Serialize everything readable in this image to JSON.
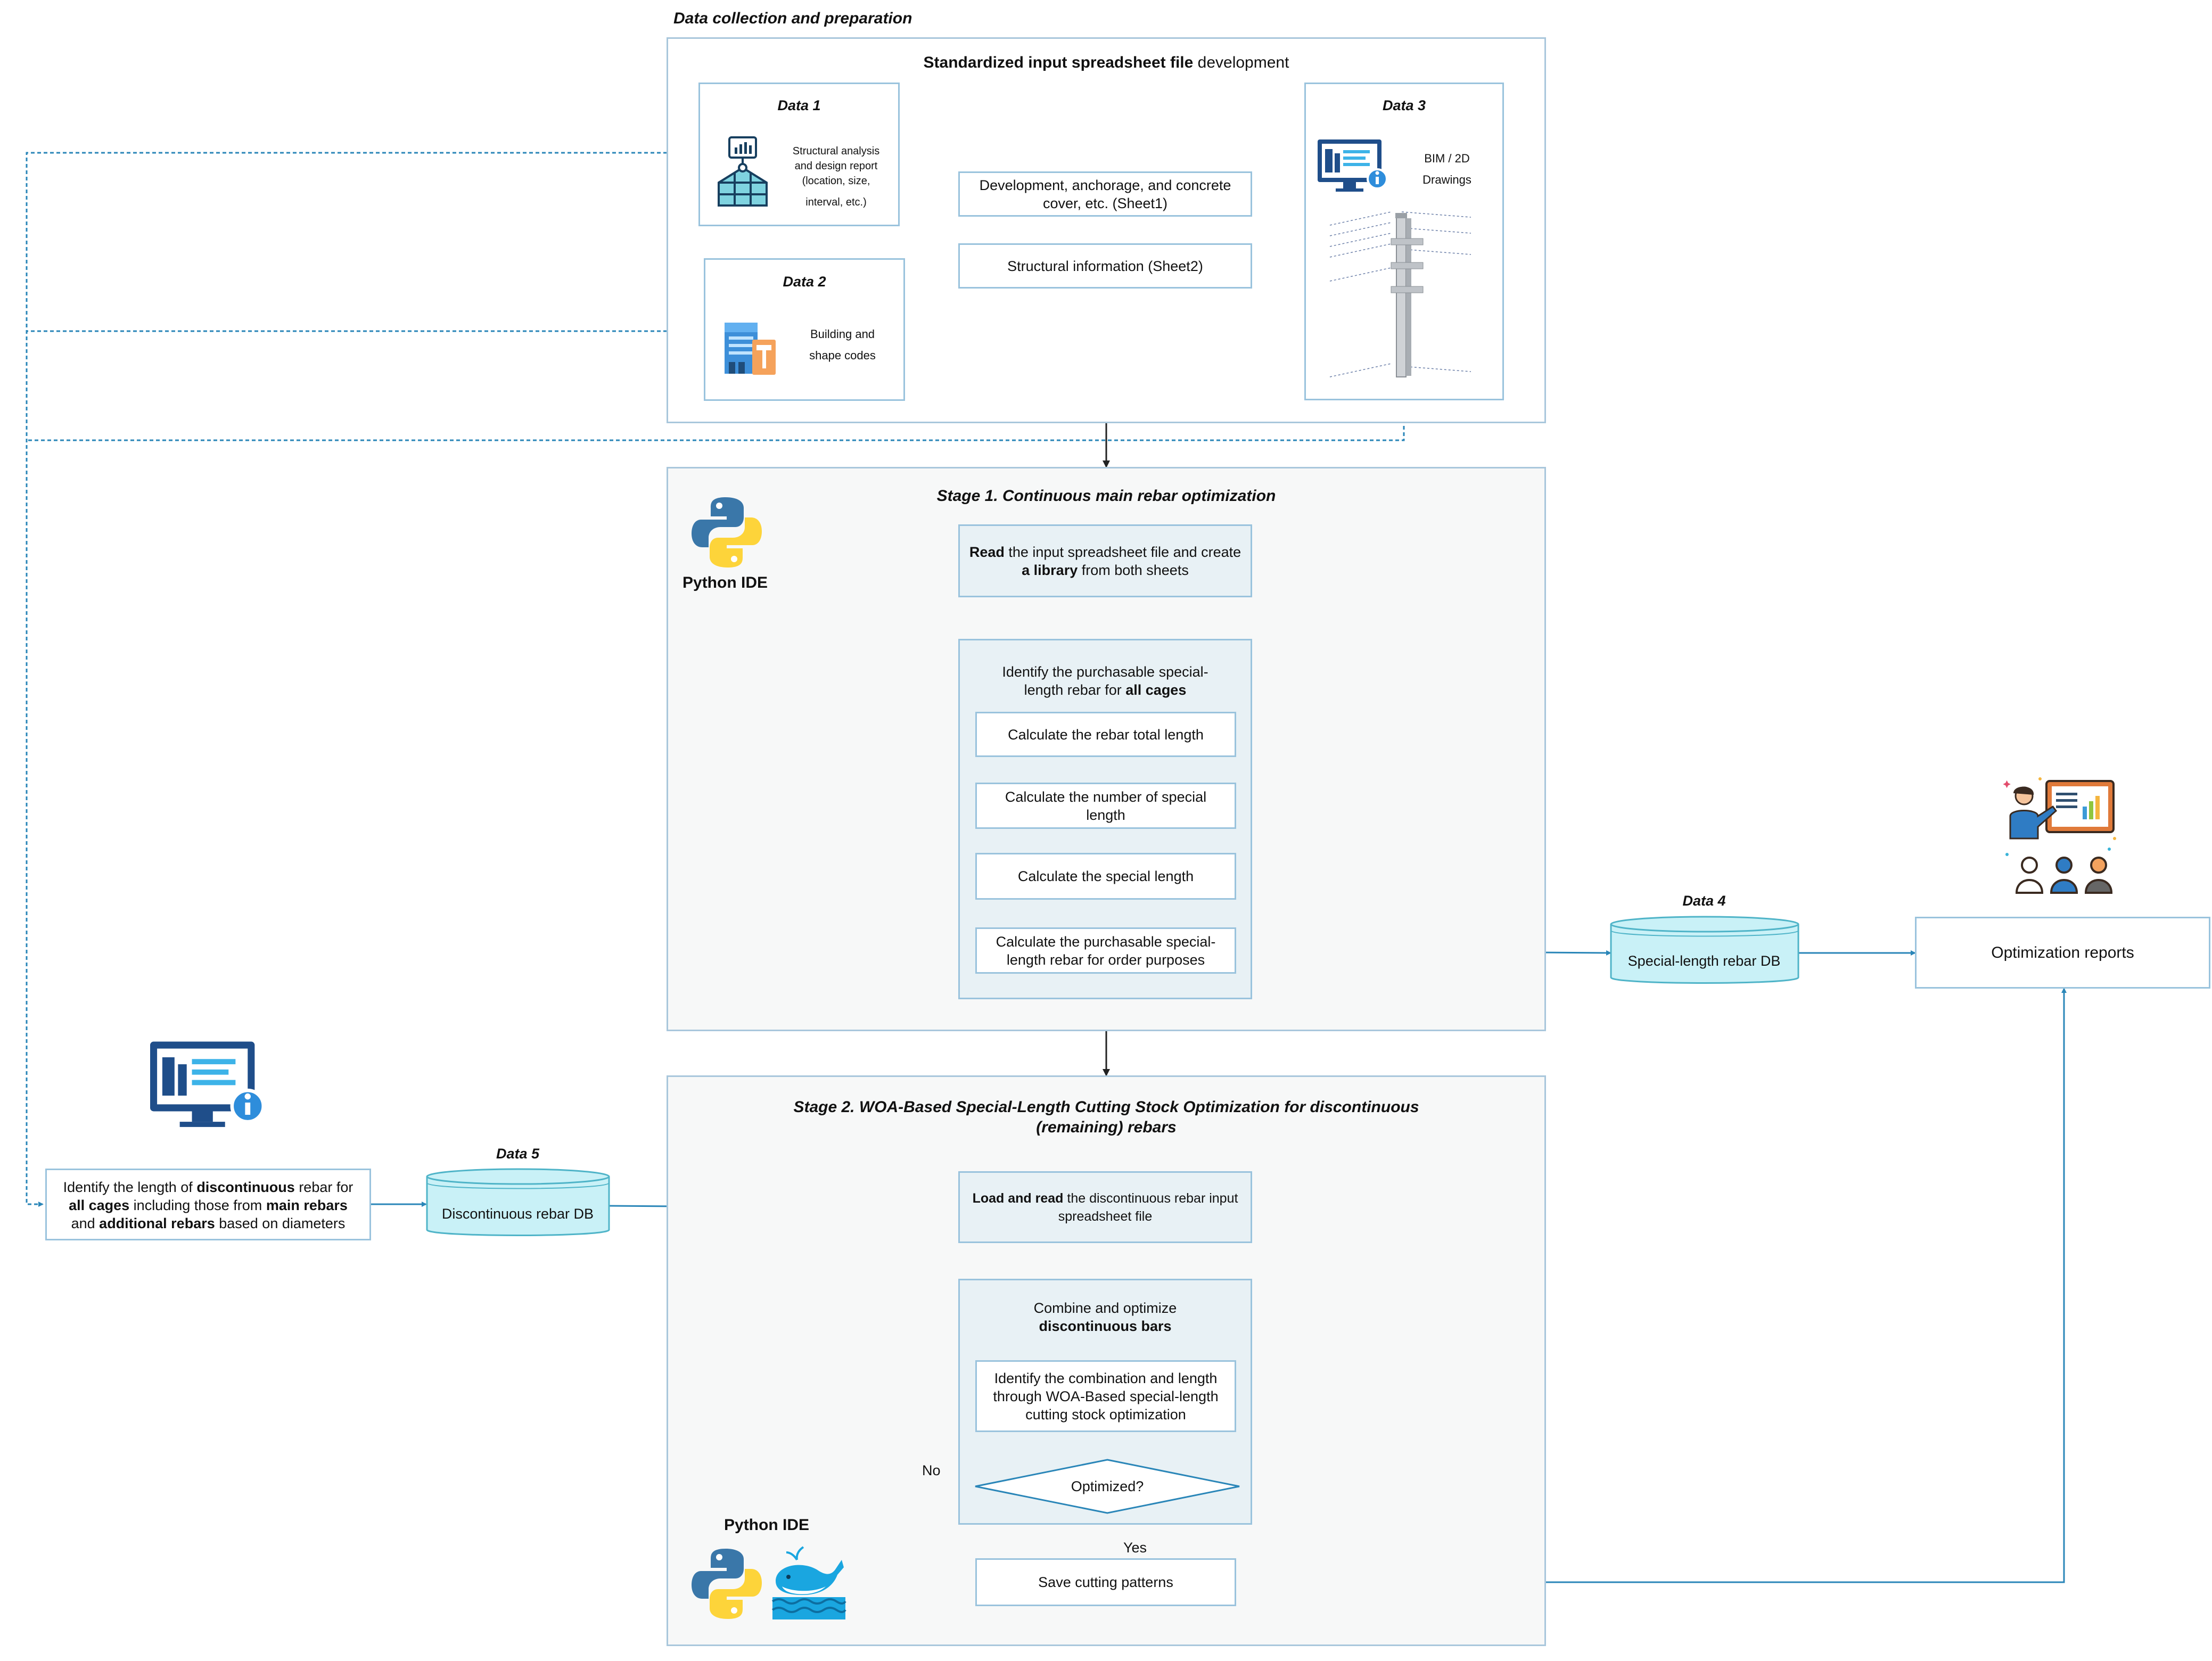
{
  "section_titles": {
    "data_collection": "Data collection and preparation",
    "stage1": "Stage 1. Continuous main rebar optimization",
    "stage2_line1": "Stage 2. WOA-Based Special-Length Cutting Stock Optimization for discontinuous",
    "stage2_line2": "(remaining) rebars"
  },
  "prep": {
    "spreadsheet_bold": "Standardized input spreadsheet file",
    "spreadsheet_rest": " development",
    "data1": {
      "title": "Data 1",
      "text": [
        "Structural analysis",
        "and design report",
        "(location, size,",
        "interval, etc.)"
      ]
    },
    "data2": {
      "title": "Data 2",
      "text": [
        "Building and",
        "shape codes"
      ]
    },
    "data3": {
      "title": "Data 3",
      "text": [
        "BIM / 2D",
        "Drawings"
      ]
    },
    "sheet1": [
      "Development, anchorage, and  concrete",
      "cover, etc. (Sheet1)"
    ],
    "sheet2": "Structural information (Sheet2)"
  },
  "stage1": {
    "ide_label": "Python IDE",
    "read_bold1": "Read",
    "read_rest1": " the input spreadsheet file and create",
    "read_bold2": "a library",
    "read_rest2": " from both sheets",
    "identify_line1": "Identify the purchasable special-",
    "identify_line2": "length rebar for ",
    "identify_bold": "all cages",
    "steps": [
      "Calculate the rebar total length",
      "Calculate the number of special length",
      "Calculate the special length",
      "Calculate the purchasable special-length rebar for order purposes"
    ]
  },
  "data4": {
    "title": "Data 4",
    "db": "Special-length rebar DB"
  },
  "reports": "Optimization reports",
  "data5": {
    "title": "Data 5",
    "db": "Discontinuous rebar DB"
  },
  "discontinuous_box": {
    "l1a": "Identify the length of ",
    "l1b": "discontinuous",
    "l1c": " rebar for",
    "l2a": "all cages",
    "l2b": " including those from ",
    "l2c": "main rebars",
    "l3a": "and ",
    "l3b": "additional rebars",
    "l3c": " based on diameters"
  },
  "stage2": {
    "load_bold": "Load and read",
    "load_rest": " the discontinuous rebar input",
    "load_line2": "spreadsheet file",
    "combine_line1": "Combine and optimize",
    "combine_bold": "discontinuous bars",
    "woa_lines": [
      "Identify the combination and length",
      "through WOA-Based special-length",
      "cutting stock optimization"
    ],
    "decision": "Optimized?",
    "no": "No",
    "yes": "Yes",
    "save": "Save cutting patterns",
    "ide_label": "Python IDE"
  },
  "colors": {
    "line": "#2a86b8",
    "box_border": "#9ac3dd",
    "db_fill": "#c9f1f7",
    "python_blue": "#3a77a9",
    "python_yellow": "#fdd43a"
  }
}
